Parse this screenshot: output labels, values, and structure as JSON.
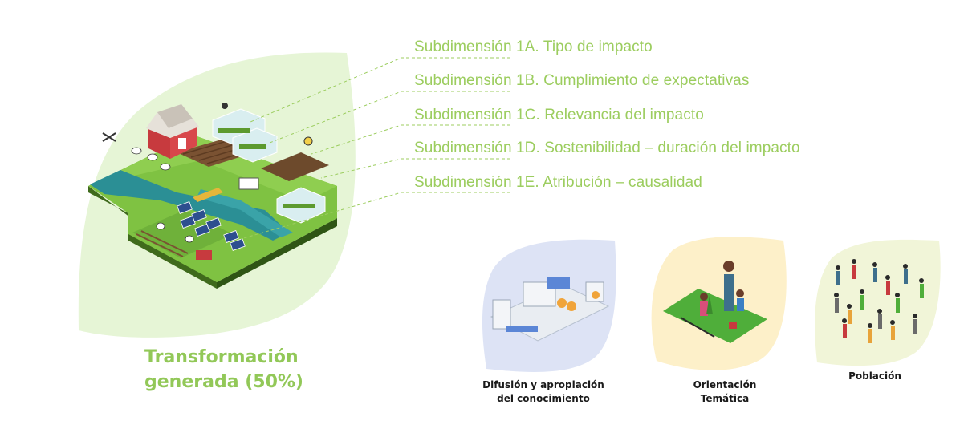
{
  "subdimensions": [
    "Subdimensión 1A. Tipo de impacto",
    "Subdimensión 1B. Cumplimiento de expectativas",
    "Subdimensión 1C. Relevancia del impacto",
    "Subdimensión 1D. Sostenibilidad – duración del impacto",
    "Subdimensión 1E. Atribución – causalidad"
  ],
  "main": {
    "label_line1": "Transformación",
    "label_line2": "generada (50%)"
  },
  "cards": [
    {
      "line1": "Difusión y apropiación",
      "line2": "del conocimiento",
      "color": "#dde3f5",
      "icon": "laboratory-illustration"
    },
    {
      "line1": "Orientación",
      "line2": "Temática",
      "color": "#fdf0c9",
      "icon": "family-planting-tree-illustration"
    },
    {
      "line1": "Población",
      "line2": "",
      "color": "#f1f5d8",
      "icon": "crowd-of-people-illustration"
    }
  ],
  "colors": {
    "accent_green": "#9ccd5f",
    "leaf_green": "#e6f5d6",
    "label_green": "#92c858"
  }
}
